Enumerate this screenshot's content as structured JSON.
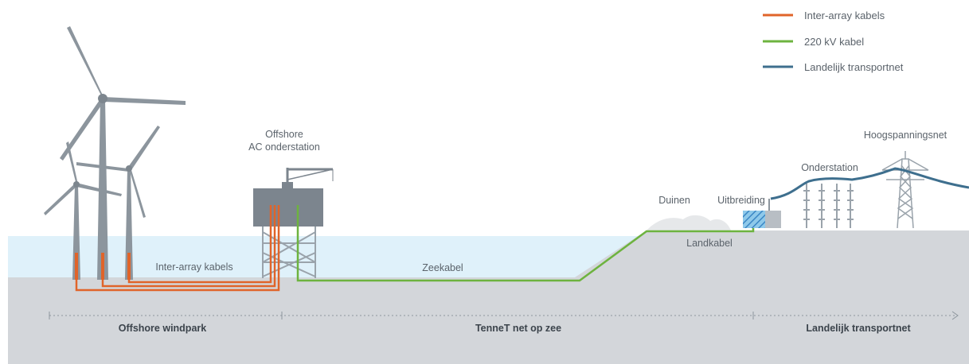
{
  "legend": {
    "items": [
      {
        "label": "Inter-array kabels",
        "color": "#e0642a"
      },
      {
        "label": "220 kV kabel",
        "color": "#6db33f"
      },
      {
        "label": "Landelijk transportnet",
        "color": "#3e6f8e"
      }
    ]
  },
  "labels": {
    "offshore_station_line1": "Offshore",
    "offshore_station_line2": "AC onderstation",
    "inter_array_cables": "Inter-array kabels",
    "sea_cable": "Zeekabel",
    "dunes": "Duinen",
    "expansion": "Uitbreiding",
    "land_cable": "Landkabel",
    "substation": "Onderstation",
    "high_voltage_grid": "Hoogspanningsnet"
  },
  "sections": [
    {
      "label": "Offshore windpark"
    },
    {
      "label": "TenneT net op zee"
    },
    {
      "label": "Landelijk transportnet"
    }
  ],
  "colors": {
    "sea": "#dff1fa",
    "seabed": "#d3d6da",
    "turbine": "#8c959d",
    "platform": "#7c858e",
    "inter_array": "#e0642a",
    "hv_cable": "#6db33f",
    "grid": "#3e6f8e"
  }
}
